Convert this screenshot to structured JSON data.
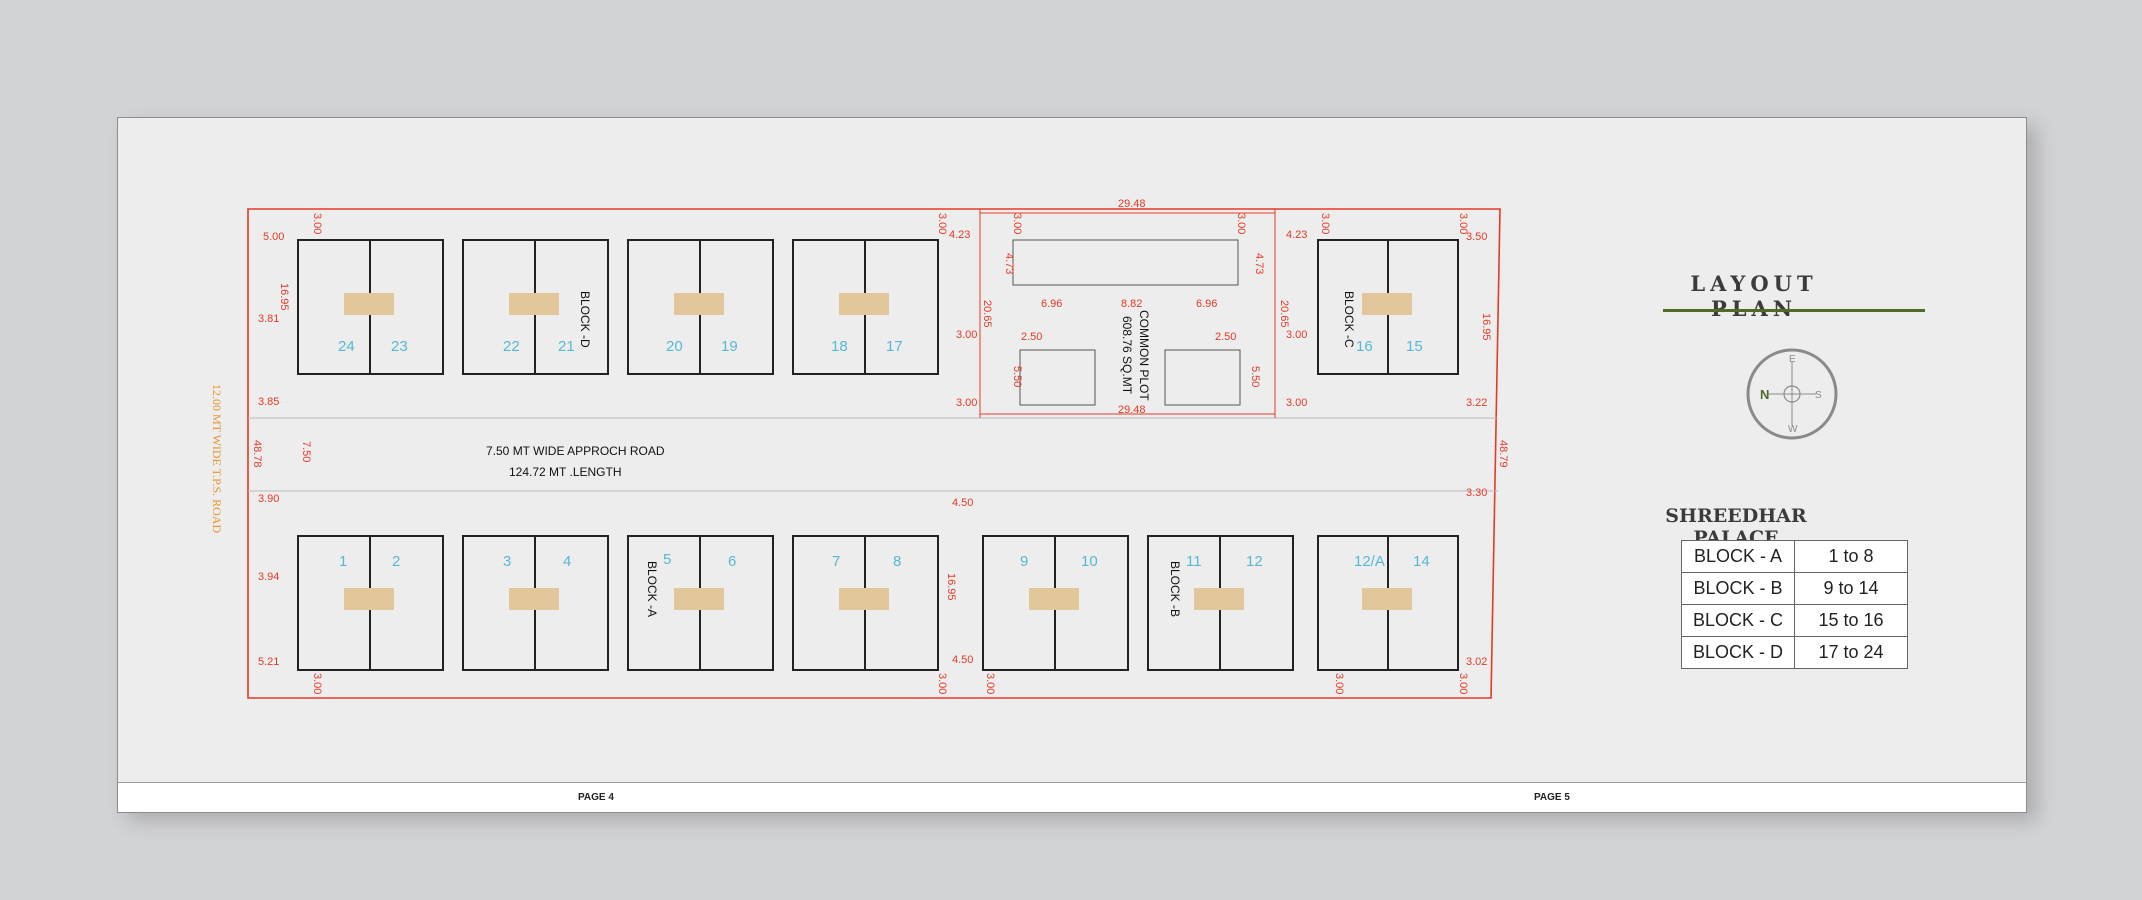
{
  "sheet": {
    "title": "LAYOUT PLAN",
    "project_name": "SHREEDHAR PALACE",
    "footer": {
      "page_left": "PAGE 4",
      "page_right": "PAGE 5"
    }
  },
  "compass": {
    "north": "N",
    "east": "E",
    "south": "S",
    "west": "W"
  },
  "block_table": [
    {
      "block": "BLOCK - A",
      "units": "1 to 8"
    },
    {
      "block": "BLOCK - B",
      "units": "9 to 14"
    },
    {
      "block": "BLOCK - C",
      "units": "15 to 16"
    },
    {
      "block": "BLOCK - D",
      "units": "17 to 24"
    }
  ],
  "plan": {
    "road_side_label": "12.00 MT WIDE T.P.S. ROAD",
    "approach_road": "7.50 MT WIDE APPROCH ROAD",
    "approach_length": "124.72 MT .LENGTH",
    "common_plot": "COMMON PLOT",
    "common_plot_area": "608.76 SQ.MT",
    "block_labels": {
      "a": "BLOCK -A",
      "b": "BLOCK -B",
      "c": "BLOCK -C",
      "d": "BLOCK -D"
    },
    "top_units": [
      "24",
      "23",
      "22",
      "21",
      "20",
      "19",
      "18",
      "17",
      "16",
      "15"
    ],
    "bottom_units": [
      "1",
      "2",
      "3",
      "4",
      "5",
      "6",
      "7",
      "8",
      "9",
      "10",
      "11",
      "12",
      "12/A",
      "14"
    ],
    "dims": {
      "top_width": "29.48",
      "mid_width": "29.48",
      "left_depth": "48.78",
      "right_depth": "48.79",
      "d500": "5.00",
      "d381": "3.81",
      "d385": "3.85",
      "d390": "3.90",
      "d394": "3.94",
      "d521": "5.21",
      "d750": "7.50",
      "d1695": "16.95",
      "d300": "3.00",
      "d423": "4.23",
      "d473": "4.73",
      "d2065": "20.65",
      "d696": "6.96",
      "d882": "8.82",
      "d250": "2.50",
      "d550": "5.50",
      "d350": "3.50",
      "d322": "3.22",
      "d330": "3.30",
      "d302": "3.02",
      "d450": "4.50"
    }
  }
}
